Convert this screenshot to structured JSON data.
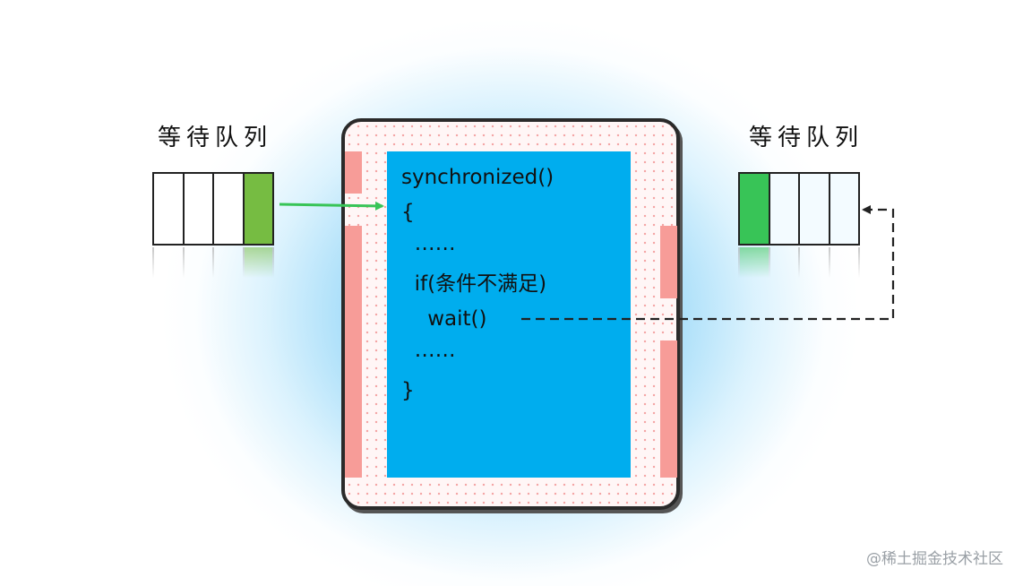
{
  "left_queue": {
    "label": "等待队列",
    "cells": 4,
    "highlight_index": 3,
    "highlight_color": "#76bc42"
  },
  "right_queue": {
    "label": "等待队列",
    "cells": 4,
    "highlight_index": 0,
    "highlight_color": "#38c457"
  },
  "monitor": {
    "code_lines": [
      "synchronized()",
      "{",
      "  ……",
      "  if(条件不满足)",
      "    wait()",
      "  ……",
      "}"
    ]
  },
  "colors": {
    "code_bg": "#00adee",
    "side_bars": "#f79c98",
    "enter_arrow": "#38c457",
    "wait_arrow": "#222222"
  },
  "watermark": "@稀土掘金技术社区"
}
